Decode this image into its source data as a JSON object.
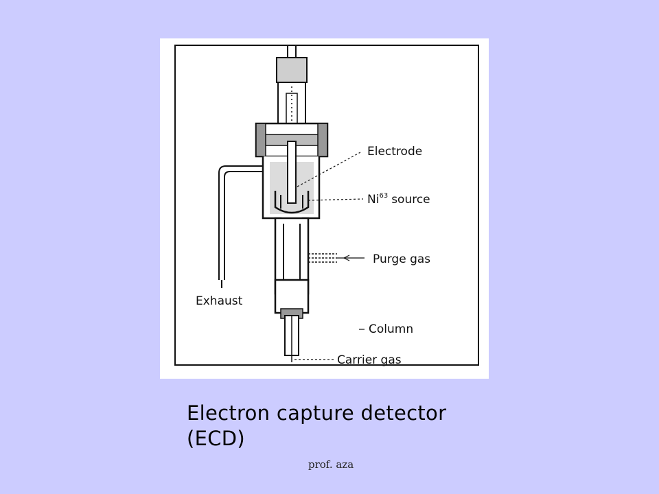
{
  "diagram": {
    "labels": {
      "electrode": "Electrode",
      "ni_source_prefix": "Ni",
      "ni_source_superscript": "63",
      "ni_source_suffix": "source",
      "purge_gas": "Purge gas",
      "exhaust": "Exhaust",
      "column": "Column",
      "carrier_gas": "Carrier gas"
    }
  },
  "caption": {
    "line1": "Electron capture detector",
    "line2": "(ECD)"
  },
  "footer": {
    "author": "prof. aza"
  }
}
